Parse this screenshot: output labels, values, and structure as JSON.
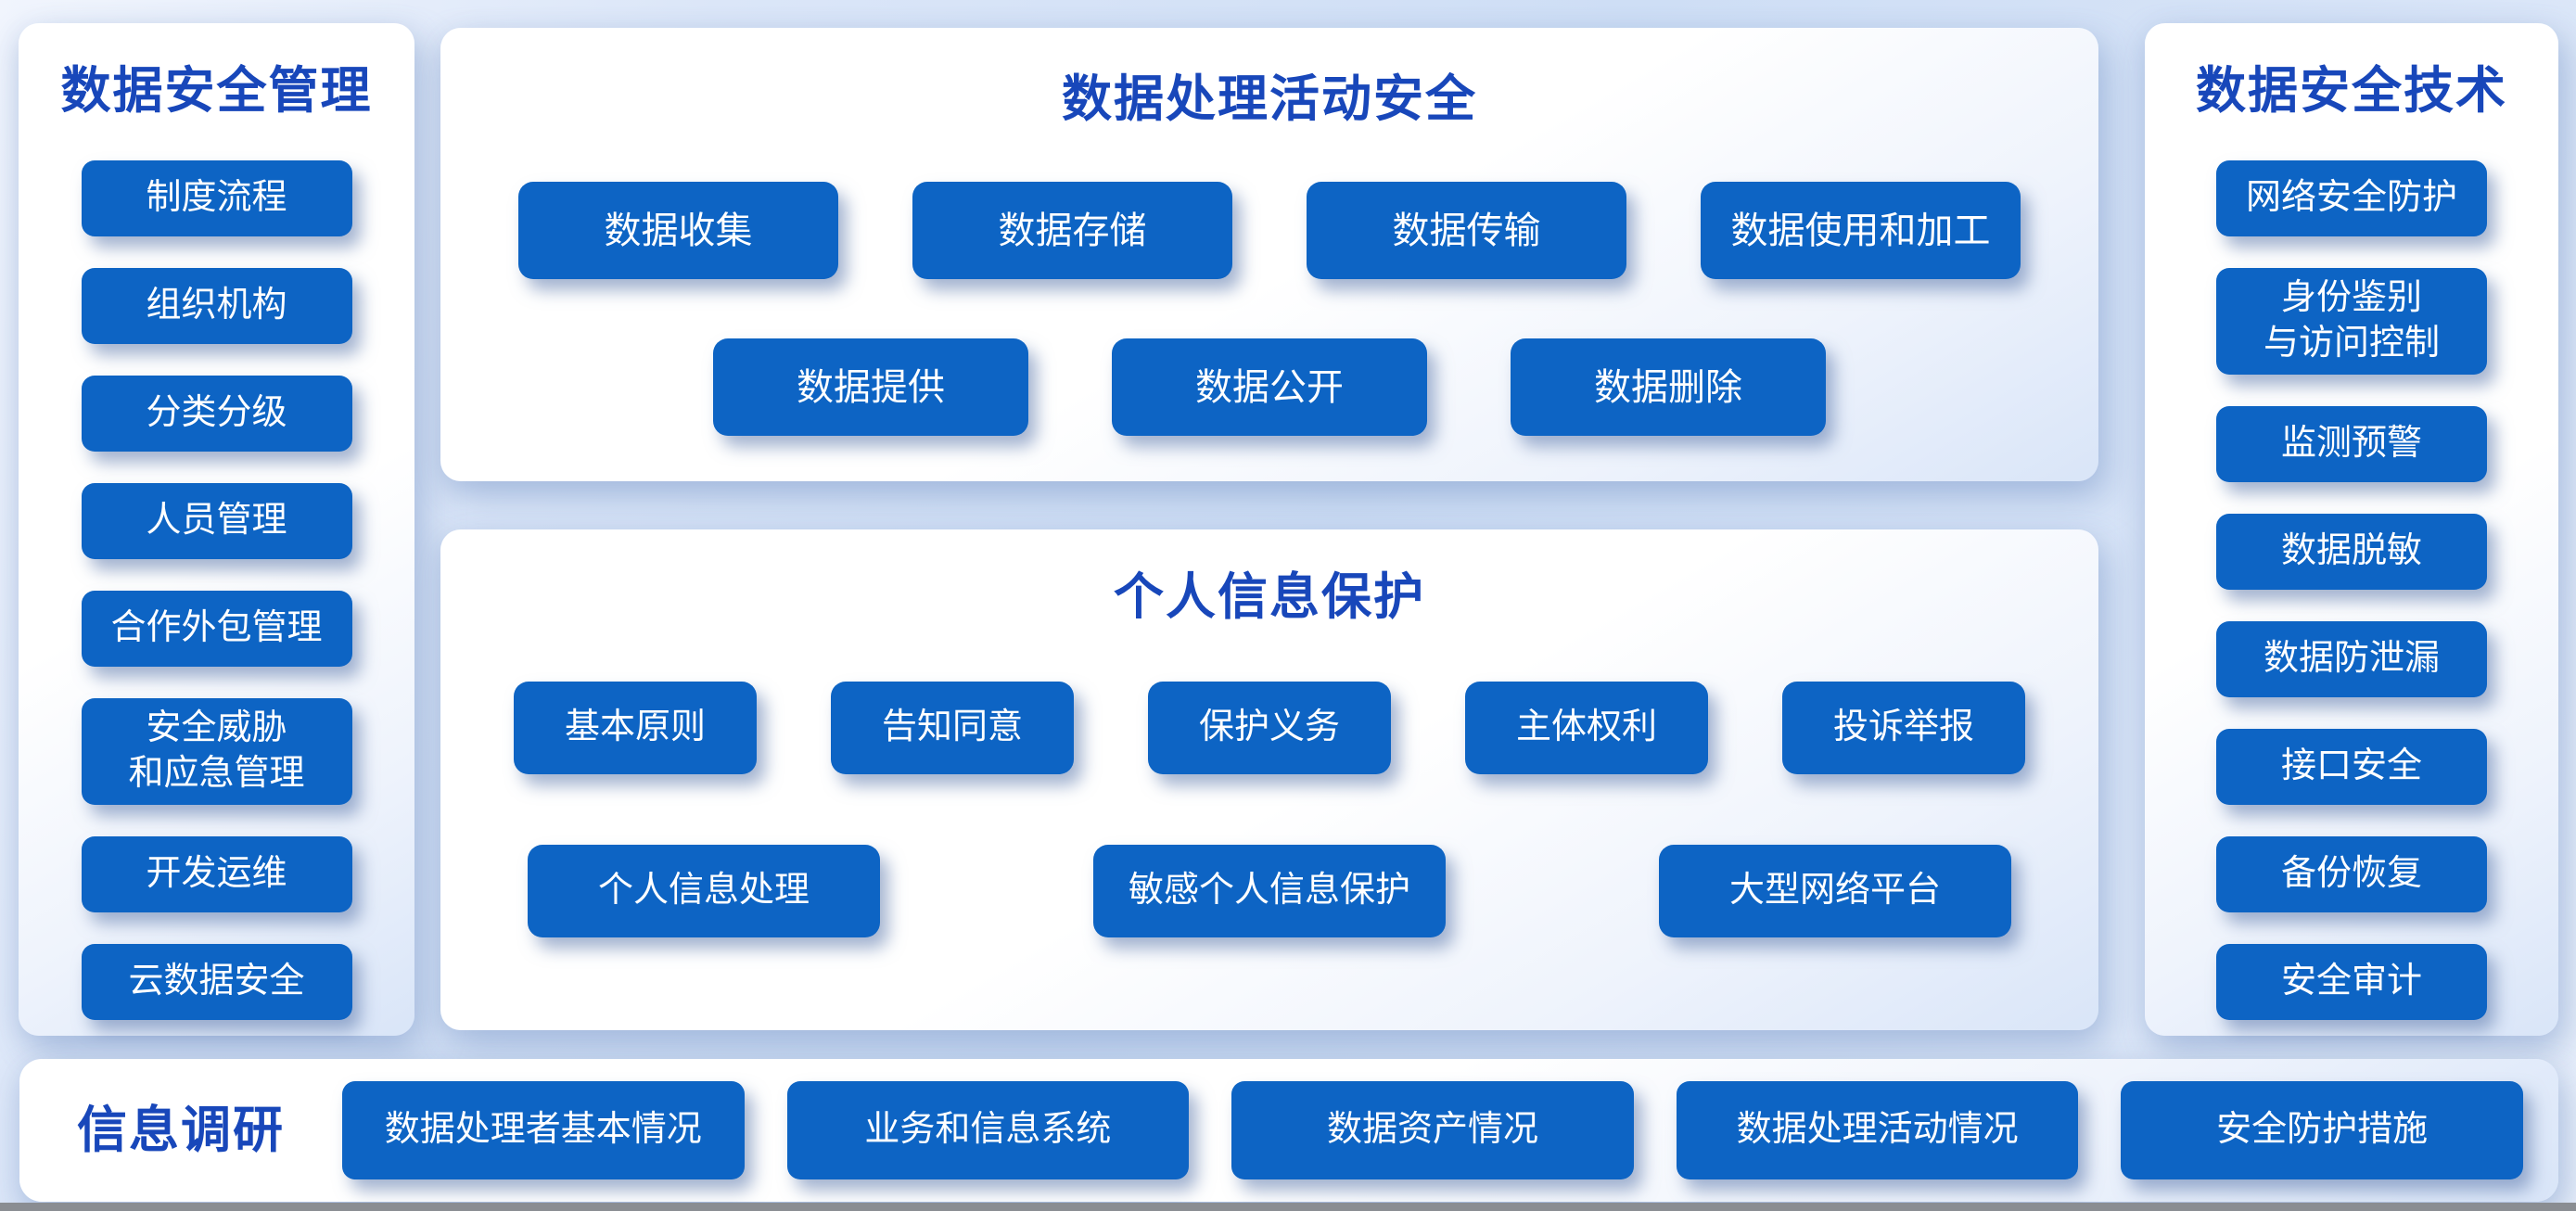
{
  "colors": {
    "button": "#0d64c4",
    "title": "#1847ba",
    "background": "#d8e4f7"
  },
  "left_panel": {
    "title": "数据安全管理",
    "items": [
      "制度流程",
      "组织机构",
      "分类分级",
      "人员管理",
      "合作外包管理",
      "安全威胁\n和应急管理",
      "开发运维",
      "云数据安全"
    ]
  },
  "process_panel": {
    "title": "数据处理活动安全",
    "row1": [
      "数据收集",
      "数据存储",
      "数据传输",
      "数据使用和加工"
    ],
    "row2": [
      "数据提供",
      "数据公开",
      "数据删除"
    ]
  },
  "personal_panel": {
    "title": "个人信息保护",
    "row1": [
      "基本原则",
      "告知同意",
      "保护义务",
      "主体权利",
      "投诉举报"
    ],
    "row2": [
      "个人信息处理",
      "敏感个人信息保护",
      "大型网络平台"
    ]
  },
  "tech_panel": {
    "title": "数据安全技术",
    "items": [
      "网络安全防护",
      "身份鉴别\n与访问控制",
      "监测预警",
      "数据脱敏",
      "数据防泄漏",
      "接口安全",
      "备份恢复",
      "安全审计"
    ]
  },
  "survey_bar": {
    "title": "信息调研",
    "items": [
      "数据处理者基本情况",
      "业务和信息系统",
      "数据资产情况",
      "数据处理活动情况",
      "安全防护措施"
    ]
  }
}
